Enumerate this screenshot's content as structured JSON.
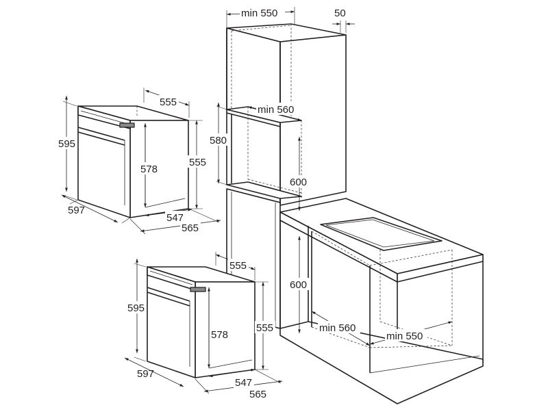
{
  "diagram": {
    "dimensions": {
      "tall_cabinet_width": "min 550",
      "tall_cabinet_gap": "50",
      "tall_cabinet_depth": "min 560",
      "tall_cabinet_upper_height": "580",
      "tall_cabinet_niche_height": "600",
      "counter_niche_height": "600",
      "counter_niche_depth": "min 560",
      "counter_niche_width": "min 550",
      "oven1_depth_top": "555",
      "oven1_height": "595",
      "oven1_body_height": "578",
      "oven1_side_height": "555",
      "oven1_width": "597",
      "oven1_body_depth": "547",
      "oven1_total_depth": "565",
      "oven2_depth_top": "555",
      "oven2_height": "595",
      "oven2_body_height": "578",
      "oven2_side_height": "555",
      "oven2_width": "597",
      "oven2_body_depth": "547",
      "oven2_total_depth": "565"
    }
  }
}
